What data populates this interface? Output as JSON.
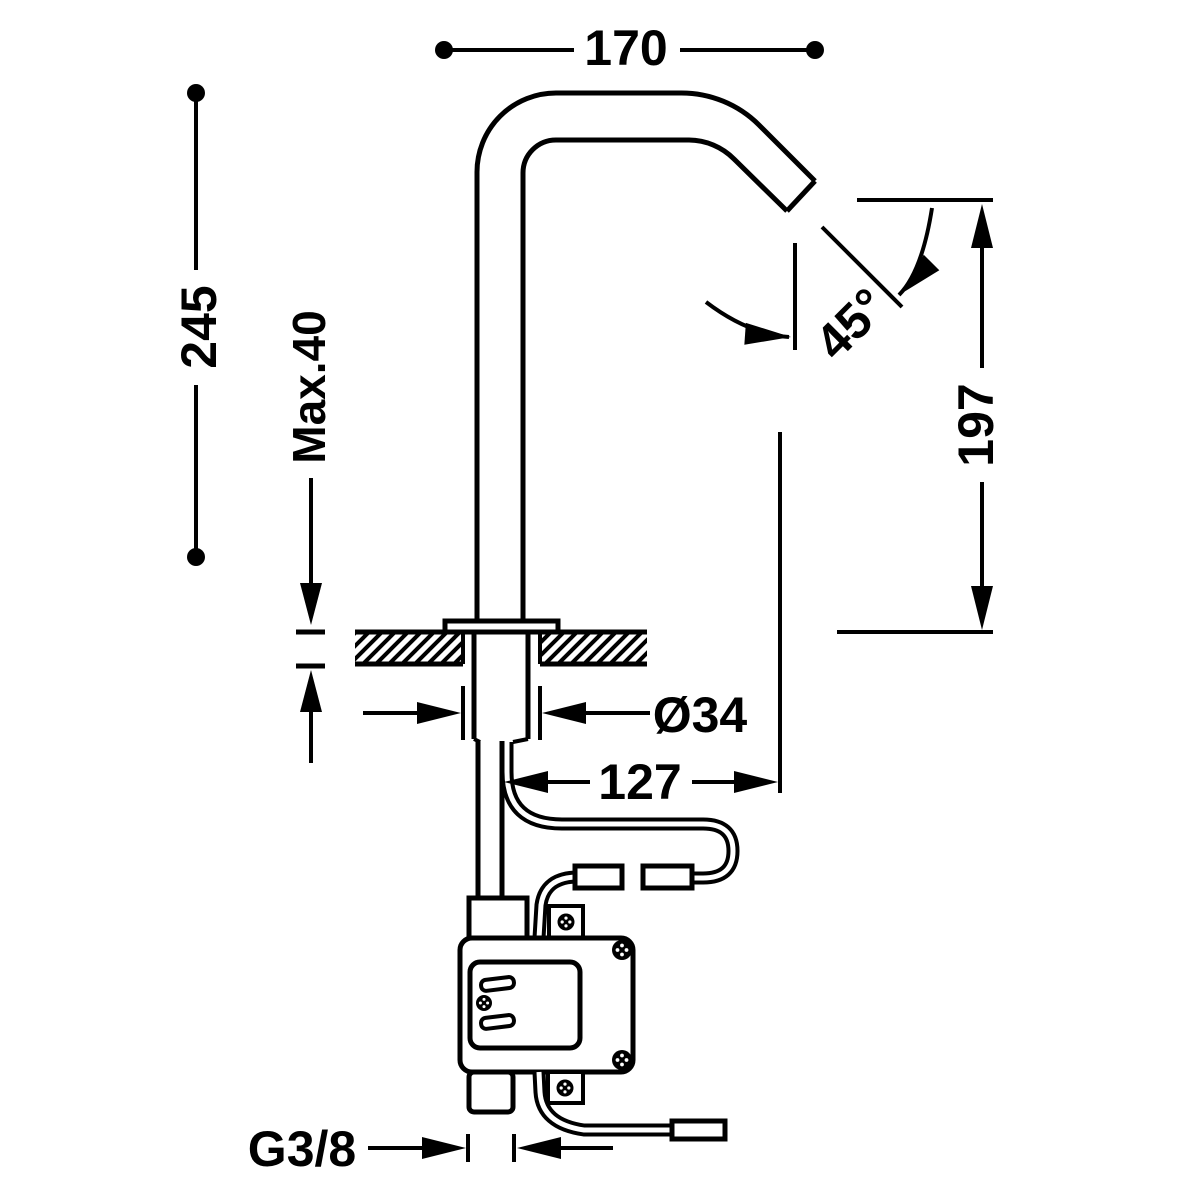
{
  "dimensions": {
    "spout_reach": {
      "label": "170"
    },
    "total_height": {
      "label": "245"
    },
    "deck_thickness": {
      "label": "Max.40"
    },
    "spout_angle": {
      "label": "45°"
    },
    "outlet_height": {
      "label": "197"
    },
    "hole_diameter": {
      "label": "Ø34"
    },
    "hose_offset": {
      "label": "127"
    },
    "inlet_thread": {
      "label": "G3/8"
    }
  },
  "colors": {
    "line": "#000000",
    "background": "#ffffff"
  }
}
